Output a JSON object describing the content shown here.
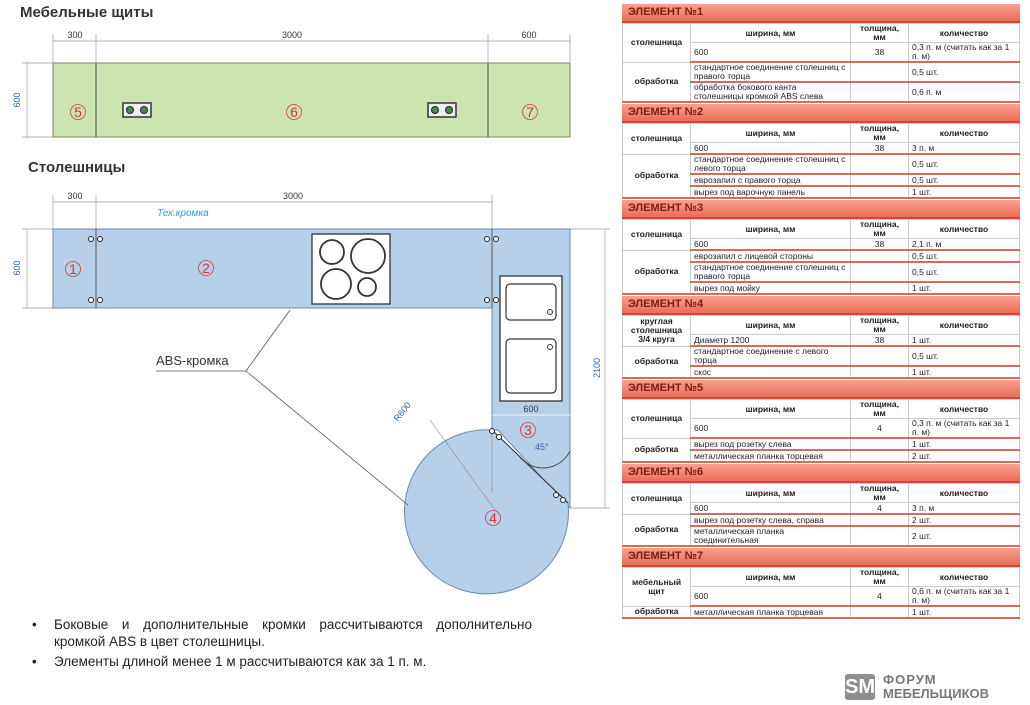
{
  "headings": {
    "panels": "Мебельные щиты",
    "countertops": "Столешницы"
  },
  "panels_dims": {
    "d1": "300",
    "d2": "3000",
    "d3": "600",
    "depth": "600"
  },
  "panels_nums": [
    "5",
    "6",
    "7"
  ],
  "counter_dims": {
    "d1": "300",
    "d2": "3000",
    "depth": "600",
    "side": "2100",
    "w3": "600",
    "radius": "R600",
    "angle": "45°"
  },
  "counter_labels": {
    "tech_edge": "Тех.кромка",
    "abs_edge": "ABS-кромка"
  },
  "counter_nums": [
    "1",
    "2",
    "3",
    "4"
  ],
  "bullets": [
    "Боковые и дополнительные кромки рассчитываются дополнительно кромкой ABS в цвет столешницы.",
    "Элементы длиной менее 1 м рассчитываются как за 1 п. м."
  ],
  "col_headers": {
    "width": "ширина, мм",
    "thickness": "толщина, мм",
    "qty": "количество"
  },
  "elements": [
    {
      "title": "ЭЛЕМЕНТ №1",
      "main": "столешница",
      "width": "600",
      "thickness": "38",
      "qty": "0,3 п. м (считать как за 1 п. м)",
      "proc_label": "обработка",
      "proc": [
        {
          "name": "стандартное соединение столешниц с правого торца",
          "qty": "0,5 шт."
        },
        {
          "name": "обработка бокового канта столешницы кромкой ABS слева",
          "qty": "0,6 п. м"
        }
      ]
    },
    {
      "title": "ЭЛЕМЕНТ №2",
      "main": "столешница",
      "width": "600",
      "thickness": "38",
      "qty": "3 п. м",
      "proc_label": "обработка",
      "proc": [
        {
          "name": "стандартное соединение столешниц с левого торца",
          "qty": "0,5 шт."
        },
        {
          "name": "еврозапил с правого торца",
          "qty": "0,5 шт."
        },
        {
          "name": "вырез под варочную панель",
          "qty": "1 шт."
        }
      ]
    },
    {
      "title": "ЭЛЕМЕНТ №3",
      "main": "столешница",
      "width": "600",
      "thickness": "38",
      "qty": "2,1 п. м",
      "proc_label": "обработка",
      "proc": [
        {
          "name": "еврозапил с лицевой стороны",
          "qty": "0,5 шт."
        },
        {
          "name": "стандартное соединение столешниц с правого торца",
          "qty": "0,5 шт."
        },
        {
          "name": "вырез под мойку",
          "qty": "1 шт."
        }
      ]
    },
    {
      "title": "ЭЛЕМЕНТ №4",
      "main": "круглая столешница 3/4 круга",
      "width": "Диаметр 1200",
      "thickness": "38",
      "qty": "1 шт.",
      "proc_label": "обработка",
      "proc": [
        {
          "name": "стандартное соединение с левого торца",
          "qty": "0,5 шт."
        },
        {
          "name": "скос",
          "qty": "1 шт."
        }
      ]
    },
    {
      "title": "ЭЛЕМЕНТ №5",
      "main": "столешница",
      "width": "600",
      "thickness": "4",
      "qty": "0,3 п. м (считать как за 1 п. м)",
      "proc_label": "обработка",
      "proc": [
        {
          "name": "вырез под розетку слева",
          "qty": "1 шт."
        },
        {
          "name": "металлическая планка торцевая",
          "qty": "2 шт."
        }
      ]
    },
    {
      "title": "ЭЛЕМЕНТ №6",
      "main": "столешница",
      "width": "600",
      "thickness": "4",
      "qty": "3 п. м",
      "proc_label": "обработка",
      "proc": [
        {
          "name": "вырез под розетку слева, справа",
          "qty": "2 шт."
        },
        {
          "name": "металлическая планка соединительная",
          "qty": "2 шт."
        }
      ]
    },
    {
      "title": "ЭЛЕМЕНТ №7",
      "main": "мебельный щит",
      "width": "600",
      "thickness": "4",
      "qty": "0,6 п. м (считать как за 1 п. м)",
      "proc_label": "обработка",
      "proc": [
        {
          "name": "металлическая планка торцевая",
          "qty": "1 шт."
        }
      ]
    }
  ],
  "logo": {
    "mark": "SM",
    "line1": "ФОРУМ",
    "line2": "МЕБЕЛЬЩИКОВ"
  }
}
